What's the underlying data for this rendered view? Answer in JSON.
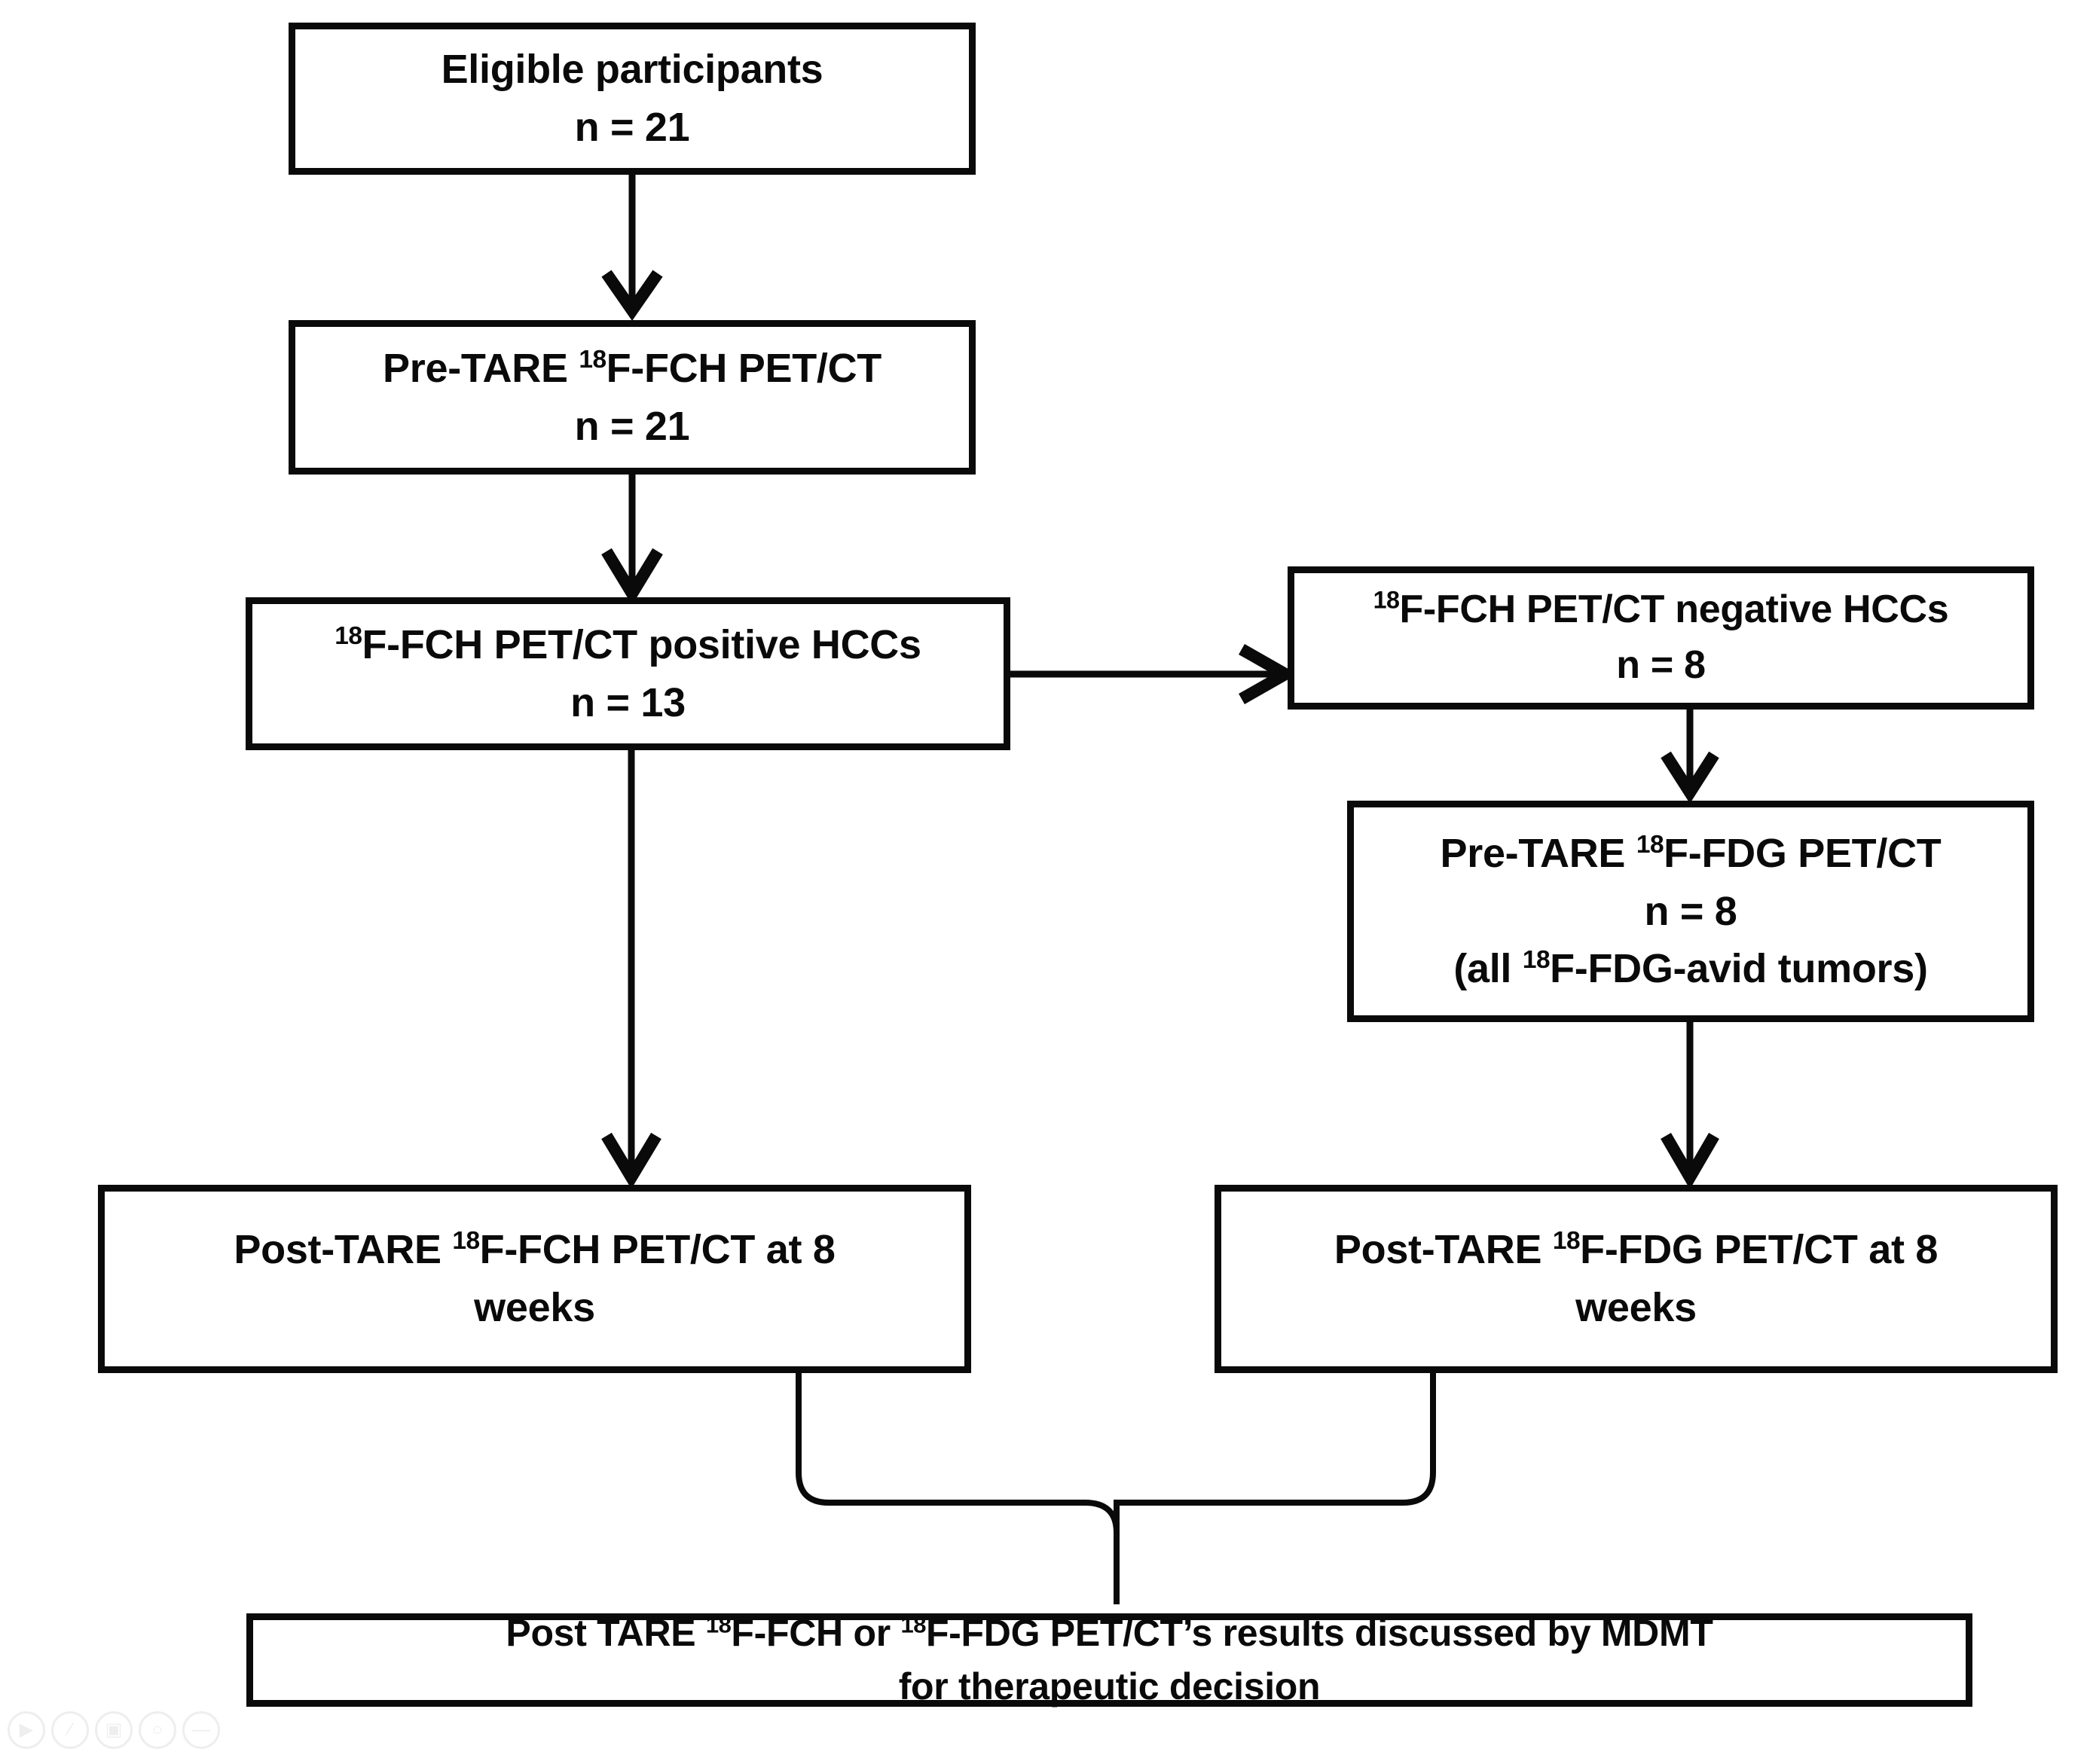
{
  "figure": {
    "type": "flowchart",
    "orientation": "top-to-bottom",
    "background_color": "#ffffff",
    "line_color": "#0a0a0a",
    "text_color": "#0a0a0a"
  },
  "nodes": {
    "eligible": {
      "id": "eligible-participants",
      "line1": "Eligible participants",
      "line2": "n = 21",
      "count": 21
    },
    "pre_fch": {
      "id": "pre-tare-fch-pet-ct",
      "line1_pre": "Pre-TARE ",
      "line1_sup": "18",
      "line1_post": "F-FCH PET/CT",
      "line2": "n = 21",
      "count": 21
    },
    "fch_positive": {
      "id": "fch-pet-ct-positive-hccs",
      "line1_sup": "18",
      "line1_post": "F-FCH PET/CT  positive HCCs",
      "line2": "n = 13",
      "count": 13
    },
    "fch_negative": {
      "id": "fch-pet-ct-negative-hccs",
      "line1_sup": "18",
      "line1_post": "F-FCH PET/CT  negative HCCs",
      "line2": "n = 8",
      "count": 8
    },
    "pre_fdg": {
      "id": "pre-tare-fdg-pet-ct",
      "line1_pre": "Pre-TARE ",
      "line1_sup": "18",
      "line1_post": "F-FDG PET/CT",
      "line2": "n = 8",
      "line3_pre": "(all ",
      "line3_sup": "18",
      "line3_post": "F-FDG-avid tumors)",
      "count": 8
    },
    "post_fch": {
      "id": "post-tare-fch-pet-ct-8-weeks",
      "line1_pre": "Post-TARE ",
      "line1_sup": "18",
      "line1_post": "F-FCH PET/CT at 8",
      "line2": "weeks",
      "timepoint_weeks": 8
    },
    "post_fdg": {
      "id": "post-tare-fdg-pet-ct-8-weeks",
      "line1_pre": "Post-TARE ",
      "line1_sup": "18",
      "line1_post": "F-FDG PET/CT at 8",
      "line2": "weeks",
      "timepoint_weeks": 8
    },
    "mdmt": {
      "id": "mdmt-discussion",
      "line1_pre": "Post TARE ",
      "line1_sup1": "18",
      "line1_mid": "F-FCH or  ",
      "line1_sup2": "18",
      "line1_post": "F-FDG PET/CT’s  results discussed by MDMT",
      "line2": "for therapeutic decision"
    }
  },
  "edges": [
    {
      "from": "eligible",
      "to": "pre_fch",
      "style": "arrow-down"
    },
    {
      "from": "pre_fch",
      "to": "fch_positive",
      "style": "arrow-down"
    },
    {
      "from": "fch_positive",
      "to": "fch_negative",
      "style": "arrow-right"
    },
    {
      "from": "fch_negative",
      "to": "pre_fdg",
      "style": "arrow-down"
    },
    {
      "from": "fch_positive",
      "to": "post_fch",
      "style": "arrow-down"
    },
    {
      "from": "pre_fdg",
      "to": "post_fdg",
      "style": "arrow-down"
    },
    {
      "from": "post_fch",
      "to": "mdmt",
      "style": "brace-merge"
    },
    {
      "from": "post_fdg",
      "to": "mdmt",
      "style": "brace-merge"
    }
  ],
  "watermark": {
    "icons": [
      {
        "name": "play-icon",
        "glyph": "▶"
      },
      {
        "name": "pencil-icon",
        "glyph": "∕"
      },
      {
        "name": "clipboard-icon",
        "glyph": "▣"
      },
      {
        "name": "search-icon",
        "glyph": "○"
      },
      {
        "name": "more-icon",
        "glyph": "—"
      }
    ]
  }
}
